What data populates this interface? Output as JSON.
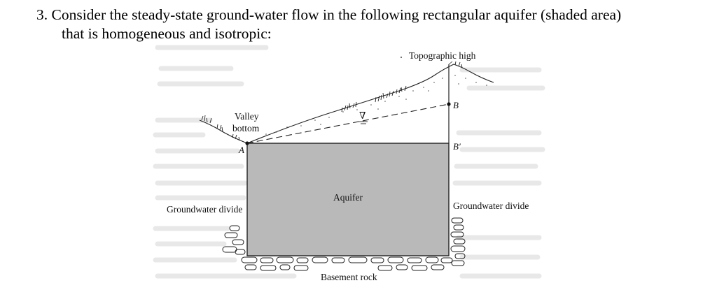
{
  "question": {
    "number": "3.",
    "line1": "Consider the steady-state ground-water flow in the following rectangular aquifer (shaded area)",
    "line2": "that is homogeneous and isotropic:"
  },
  "figure": {
    "labels": {
      "topographic_high": "Topographic high",
      "valley_bottom_line1": "Valley",
      "valley_bottom_line2": "bottom",
      "point_a": "A",
      "point_b": "B",
      "point_b_prime": "B′",
      "aquifer": "Aquifer",
      "groundwater_divide_left": "Groundwater divide",
      "groundwater_divide_right": "Groundwater divide",
      "basement_rock": "Basement rock",
      "water_table_symbol": "∇"
    },
    "colors": {
      "aquifer_fill": "#b9b9b9",
      "line": "#222222",
      "text": "#111111",
      "bleed_through": "#e3e3e3"
    }
  }
}
